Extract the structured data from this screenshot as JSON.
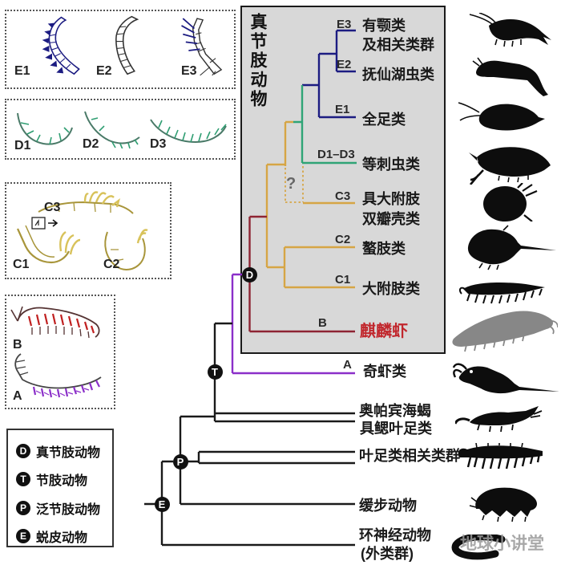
{
  "title": "真节肢动物",
  "watermark": "地球小讲堂",
  "uncertainty_mark": "?",
  "colors": {
    "navy": "#1c1c82",
    "green": "#2fa476",
    "orange": "#d6a545",
    "maroon": "#8e2433",
    "red": "#c1272d",
    "purple": "#8b2fc9",
    "lineBlack": "#1a1a1a",
    "boxBg": "#d8d8d8",
    "khaki": "#a8953a",
    "khakiLight": "#d8c25a",
    "drawGreen": "#2f9e72",
    "drawGreenDark": "#4a7a68",
    "drawRed": "#c02020",
    "drawPurple": "#8b2fc9",
    "silhouetteBlack": "#0d0d0d",
    "kylinxiaGray": "#878787",
    "watermarkGray": "#9a9a9a"
  },
  "legend": {
    "items": [
      {
        "code": "D",
        "label": "真节肢动物"
      },
      {
        "code": "T",
        "label": "节肢动物"
      },
      {
        "code": "P",
        "label": "泛节肢动物"
      },
      {
        "code": "E",
        "label": "蜕皮动物"
      }
    ]
  },
  "panels": {
    "e": {
      "labels": [
        "E1",
        "E2",
        "E3"
      ]
    },
    "d": {
      "labels": [
        "D1",
        "D2",
        "D3"
      ]
    },
    "c": {
      "labels": [
        "C3",
        "C1",
        "C2"
      ]
    },
    "ba": {
      "labels": [
        "B",
        "A"
      ]
    }
  },
  "tree": {
    "nodes": [
      {
        "code": "D",
        "name": "真节肢动物"
      },
      {
        "code": "T",
        "name": "节肢动物"
      },
      {
        "code": "P",
        "name": "泛节肢动物"
      },
      {
        "code": "E",
        "name": "蜕皮动物"
      }
    ],
    "tips": [
      {
        "code": "E3",
        "label": "有颚类",
        "label2": "及相关类群"
      },
      {
        "code": "E2",
        "label": "抚仙湖虫类"
      },
      {
        "code": "E1",
        "label": "全足类"
      },
      {
        "code": "D1–D3",
        "label": "等刺虫类"
      },
      {
        "code": "C3",
        "label": "具大附肢",
        "label2": "双瓣壳类"
      },
      {
        "code": "C2",
        "label": "螯肢类"
      },
      {
        "code": "C1",
        "label": "大附肢类"
      },
      {
        "code": "B",
        "label": "麒麟虾"
      },
      {
        "code": "A",
        "label": "奇虾类"
      },
      {
        "label": "奥帕宾海蝎"
      },
      {
        "label": "具鳃叶足类"
      },
      {
        "label": "叶足类相关类群"
      },
      {
        "label": "缓步动物"
      },
      {
        "label": "环神经动物",
        "label2": "(外类群)"
      }
    ]
  },
  "silhouettes": [
    "shrimp-silhouette",
    "fuxianhuiid-silhouette",
    "hymenocarine-silhouette",
    "isoxyid-silhouette",
    "bivalved-arthropod-silhouette",
    "horseshoe-crab-silhouette",
    "megacheiran-silhouette",
    "kylinxia-silhouette",
    "anomalocaris-silhouette",
    "opabinia-silhouette",
    "lobopodian-silhouette",
    "tardigrade-silhouette",
    "priapulid-worm-silhouette"
  ]
}
